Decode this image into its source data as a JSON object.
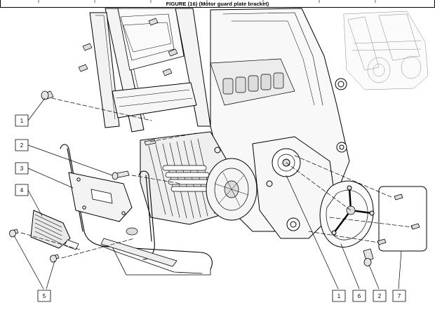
{
  "figure": {
    "title": "FIGURE (16) (Motor guard plate bracket)"
  },
  "callouts": [
    {
      "id": "c1-left",
      "label": "1"
    },
    {
      "id": "c2-left",
      "label": "2"
    },
    {
      "id": "c3",
      "label": "3"
    },
    {
      "id": "c4",
      "label": "4"
    },
    {
      "id": "c5",
      "label": "5"
    },
    {
      "id": "c1-bottom",
      "label": "1"
    },
    {
      "id": "c6",
      "label": "6"
    },
    {
      "id": "c2-bottom",
      "label": "2"
    },
    {
      "id": "c7",
      "label": "7"
    }
  ],
  "icons": [
    "exploded-view-drawing",
    "thumbnail-locator-image"
  ]
}
